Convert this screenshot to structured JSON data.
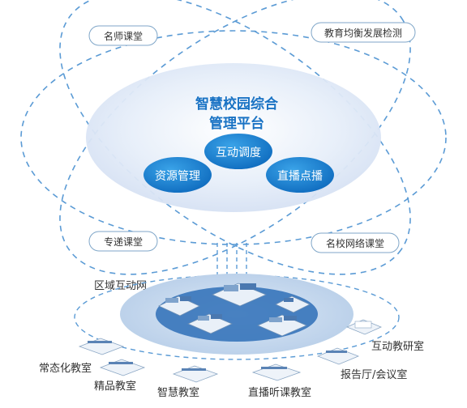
{
  "platform": {
    "title_line1": "智慧校园综合",
    "title_line2": "管理平台"
  },
  "modules": {
    "interactive": "互动调度",
    "resource": "资源管理",
    "live": "直播点播"
  },
  "outer_nodes": {
    "famous_teacher": "名师课堂",
    "balance_monitor": "教育均衡发展检测",
    "delivery_class": "专递课堂",
    "network_class": "名校网络课堂"
  },
  "network": {
    "regional": "区域互动网"
  },
  "rooms": {
    "normal": "常态化教室",
    "quality": "精品教室",
    "smart": "智慧教室",
    "live_listen": "直播听课教室",
    "hall": "报告厅/会议室",
    "research": "互动教研室"
  },
  "colors": {
    "ellipse_line": "#5b9bd5",
    "module_fill": "#1b86d1",
    "title_text": "#1a73c4",
    "pill_border": "#7fa6c8",
    "disk_fill": "#cfe0f2",
    "disk_inner": "#2e6fb7"
  }
}
